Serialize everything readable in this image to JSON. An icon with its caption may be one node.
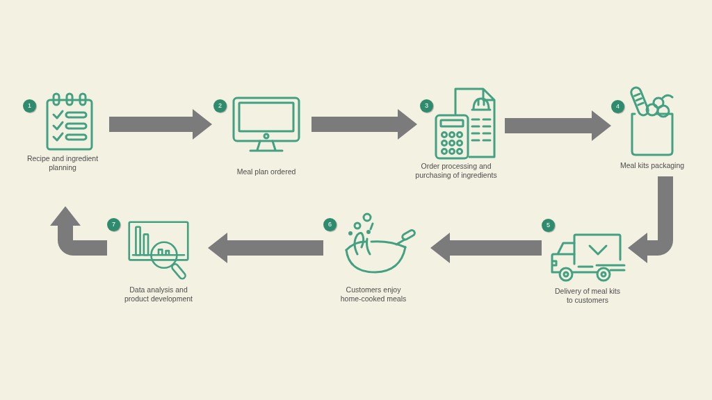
{
  "diagram": {
    "nodes": [
      {
        "text": [
          "1",
          "Recipe and ingredient planning"
        ]
      },
      {
        "text": [
          "2",
          "Meal plan ordered"
        ]
      },
      {
        "text": [
          "3",
          "Order processing and purchasing of ingredients"
        ]
      },
      {
        "text": [
          "4",
          "Meal kits packaging"
        ]
      },
      {
        "text": [
          "5",
          "Delivery of meal kits to customers"
        ]
      },
      {
        "text": [
          "6",
          "Customers enjoy home-cooked meals"
        ]
      },
      {
        "text": [
          "7",
          "Data analysis and product development"
        ]
      }
    ],
    "edges": [
      {
        "from": 0,
        "to": 1,
        "arrow": "to"
      },
      {
        "from": 1,
        "to": 2,
        "arrow": "to"
      },
      {
        "from": 2,
        "to": 3,
        "arrow": "to"
      },
      {
        "from": 3,
        "to": 4,
        "arrow": "to"
      },
      {
        "from": 4,
        "to": 5,
        "arrow": "to"
      },
      {
        "from": 5,
        "to": 6,
        "arrow": "to"
      },
      {
        "from": 6,
        "to": 0,
        "arrow": "to"
      }
    ]
  }
}
